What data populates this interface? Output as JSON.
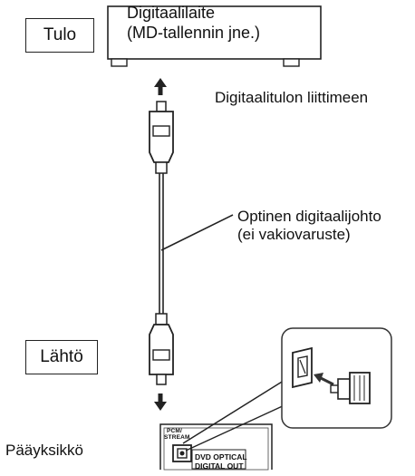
{
  "labels": {
    "input": "Tulo",
    "output": "Lähtö",
    "device_line1": "Digitaalilaite",
    "device_line2": "(MD-tallennin jne.)",
    "input_connector": "Digitaalitulon liittimeen",
    "cable_line1": "Optinen digitaalijohto",
    "cable_line2": "(ei vakiovaruste)",
    "main_unit": "Pääyksikkö",
    "jack_pcm_line1": "PCM/",
    "jack_pcm_line2": "STREAM",
    "jack_dvd_line1": "DVD OPTICAL",
    "jack_dvd_line2": "DIGITAL OUT"
  },
  "colors": {
    "line": "#222222",
    "panel_fill": "#ffffff"
  },
  "icons": [
    "arrow-up-icon",
    "arrow-down-icon",
    "optical-plug-icon",
    "optical-jack-icon"
  ]
}
